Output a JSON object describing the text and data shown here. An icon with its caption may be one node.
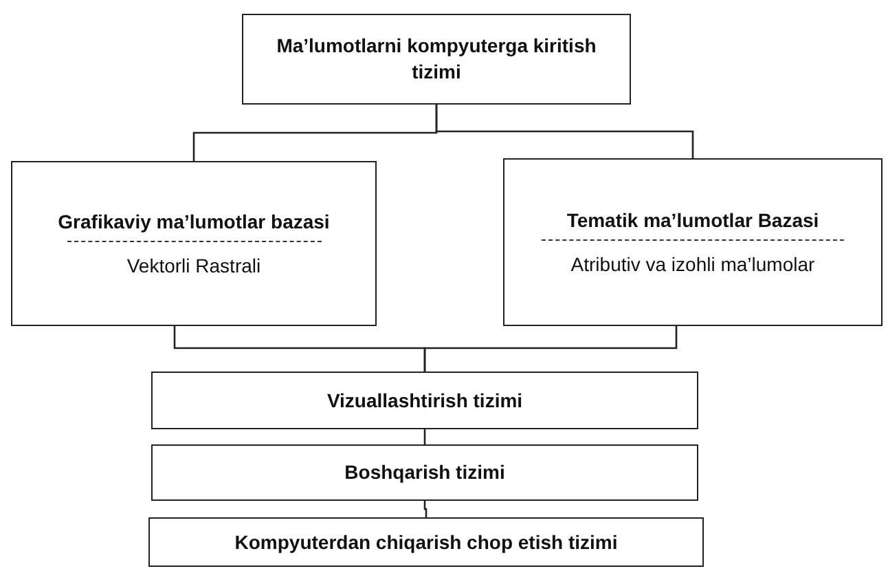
{
  "diagram": {
    "nodes": [
      {
        "text": [
          "Ma’lumotlarni kompyuterga kiritish tizimi"
        ]
      },
      {
        "text": [
          "Grafikaviy ma’lumotlar bazasi",
          "Vektorli Rastrali"
        ]
      },
      {
        "text": [
          "Tematik ma’lumotlar Bazasi",
          "Atributiv va izohli ma’lumolar"
        ]
      },
      {
        "text": [
          "Vizuallashtirish tizimi"
        ]
      },
      {
        "text": [
          "Boshqarish tizimi"
        ]
      },
      {
        "text": [
          "Kompyuterdan chiqarish chop etish tizimi"
        ]
      }
    ],
    "edges": [
      {
        "from": 0,
        "to": 1,
        "arrow": "none"
      },
      {
        "from": 0,
        "to": 2,
        "arrow": "none"
      },
      {
        "from": 1,
        "to": 3,
        "arrow": "none"
      },
      {
        "from": 2,
        "to": 3,
        "arrow": "none"
      },
      {
        "from": 3,
        "to": 4,
        "arrow": "none"
      },
      {
        "from": 4,
        "to": 5,
        "arrow": "none"
      }
    ]
  }
}
